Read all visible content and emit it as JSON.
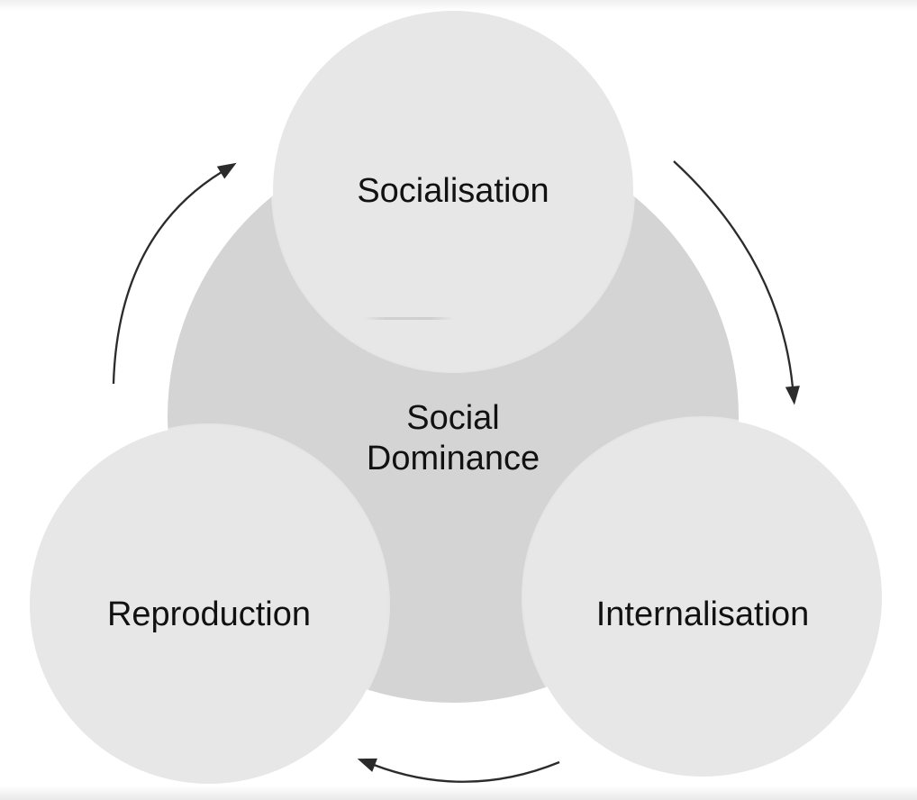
{
  "diagram": {
    "type": "cycle-diagram",
    "center": {
      "line1": "Social",
      "line2": "Dominance"
    },
    "nodes": {
      "socialisation": {
        "label": "Socialisation",
        "position": "top"
      },
      "reproduction": {
        "label": "Reproduction",
        "position": "bottom-left"
      },
      "internalisation": {
        "label": "Internalisation",
        "position": "bottom-right"
      }
    },
    "arrows": [
      {
        "from": "Reproduction",
        "to": "Socialisation",
        "position": "left",
        "curve": "up"
      },
      {
        "from": "Socialisation",
        "to": "Internalisation",
        "position": "right",
        "curve": "down"
      },
      {
        "from": "Internalisation",
        "to": "Reproduction",
        "position": "bottom",
        "curve": "left"
      }
    ],
    "cycle_direction": "clockwise",
    "colors": {
      "outer_circle": "#e7e7e7",
      "center_circle": "#d4d4d4",
      "arrow": "#2b2b2b",
      "text": "#111111",
      "background": "#ffffff"
    }
  }
}
